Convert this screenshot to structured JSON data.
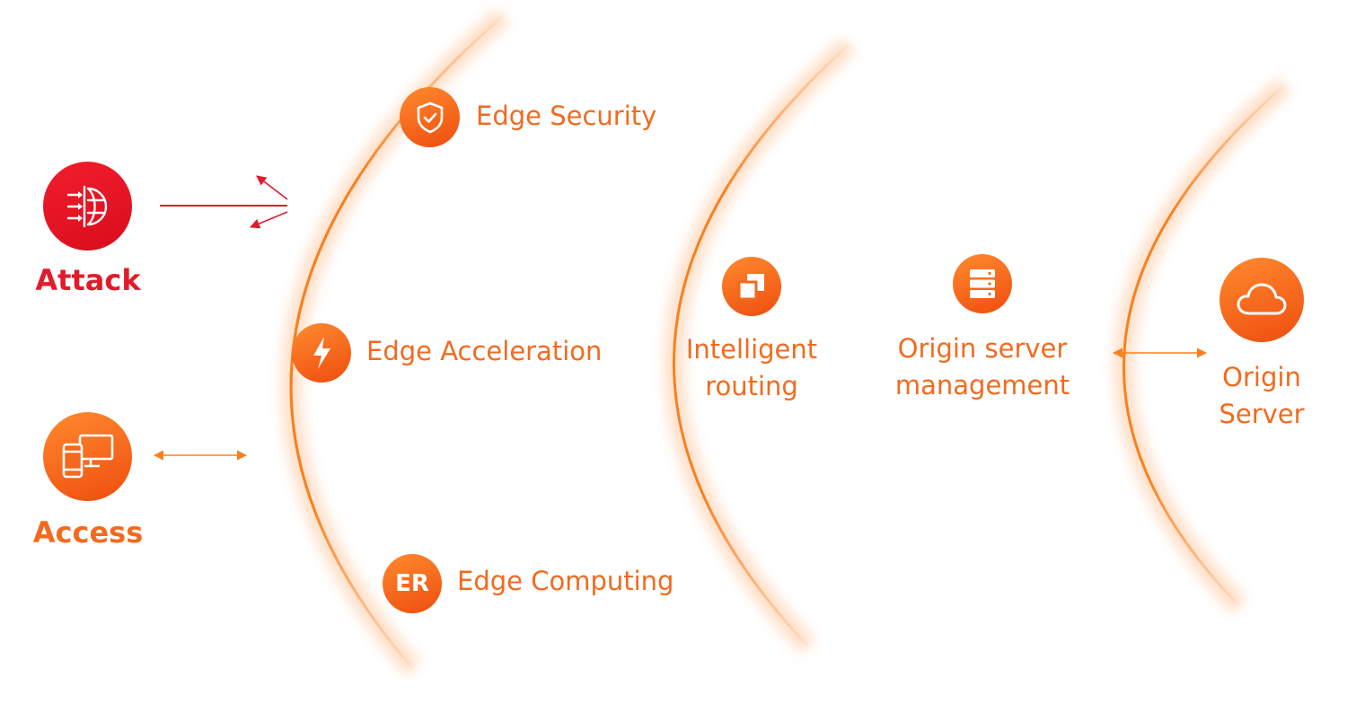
{
  "colors": {
    "accent": "#f36a1e",
    "accent_dark": "#ee4d0f",
    "attack": "#e21b2a",
    "arc_glow": "#ffd9bf",
    "arc_line": "#f7801f"
  },
  "left": {
    "attack": {
      "label": "Attack",
      "icon": "shield-globe-arrows-icon"
    },
    "access": {
      "label": "Access",
      "icon": "phone-desktop-icon"
    }
  },
  "edge": {
    "security": {
      "label": "Edge Security",
      "icon": "shield-check-icon"
    },
    "acceleration": {
      "label": "Edge Acceleration",
      "icon": "lightning-icon"
    },
    "computing": {
      "label": "Edge Computing",
      "icon_text": "ER"
    }
  },
  "middle": {
    "routing": {
      "label_line1": "Intelligent",
      "label_line2": "routing",
      "icon": "overlapping-squares-icon"
    },
    "origin_mgmt": {
      "label_line1": "Origin server",
      "label_line2": "management",
      "icon": "server-rack-icon"
    }
  },
  "origin": {
    "label_line1": "Origin",
    "label_line2": "Server",
    "icon": "cloud-icon"
  }
}
